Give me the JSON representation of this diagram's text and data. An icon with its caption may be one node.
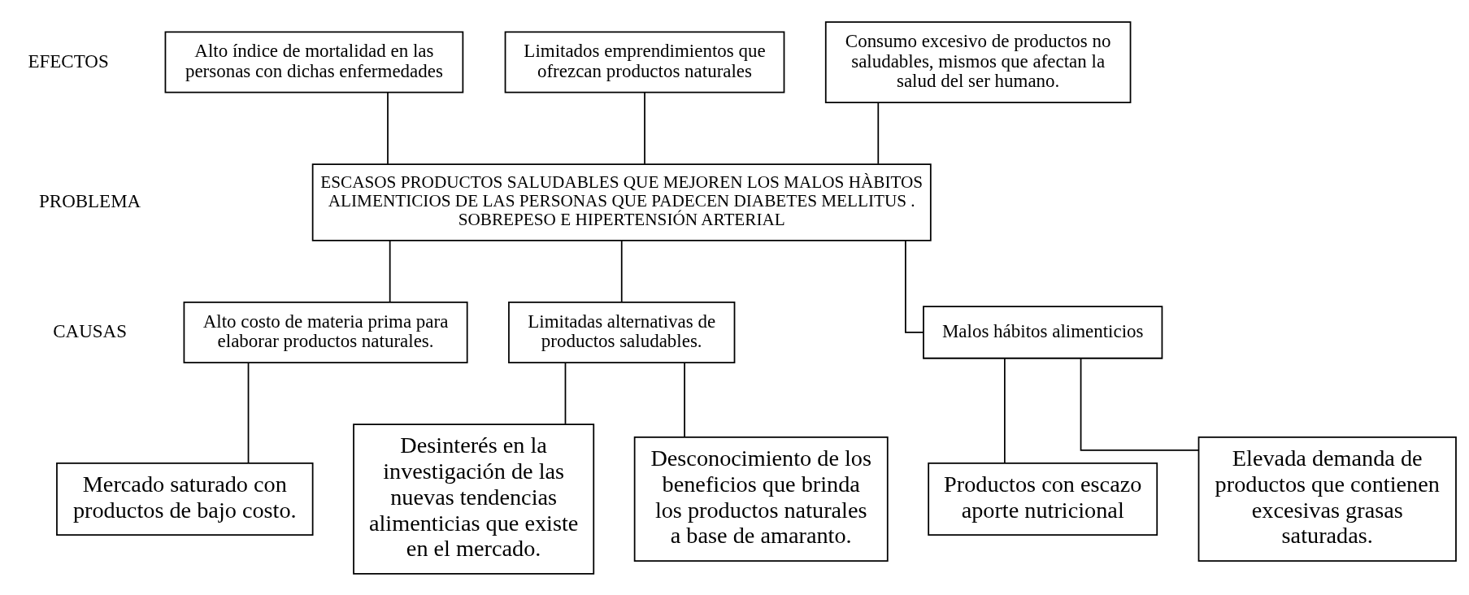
{
  "diagram": {
    "nodes": [
      {
        "text": [
          "Consumo excesivo de productos no saludables, mismos que afectan la salud del ser humano."
        ]
      },
      {
        "text": [
          "Alto índice de mortalidad en las personas con dichas enfermedades"
        ]
      },
      {
        "text": [
          "Limitados emprendimientos que ofrezcan productos naturales"
        ]
      },
      {
        "text": [
          "ESCASOS PRODUCTOS SALUDABLES QUE MEJOREN LOS MALOS HÀBITOS ALIMENTICIOS DE LAS PERSONAS QUE PADECEN DIABETES MELLITUS . SOBREPESO E HIPERTENSIÓN ARTERIAL"
        ]
      },
      {
        "text": [
          "Limitadas alternativas de productos saludables."
        ]
      },
      {
        "text": [
          "Malos hábitos alimenticios"
        ]
      },
      {
        "text": [
          "Alto costo de materia prima para elaborar productos naturales."
        ]
      },
      {
        "text": [
          "Desconocimiento de los beneficios que brinda los productos naturales a base de amaranto."
        ]
      },
      {
        "text": [
          "Desinterés en la investigación de las nuevas tendencias alimenticias que existe en el mercado."
        ]
      },
      {
        "text": [
          "Elevada demanda de productos que contienen excesivas grasas saturadas."
        ]
      },
      {
        "text": [
          "Productos con escazo aporte nutricional"
        ]
      },
      {
        "text": [
          "Mercado saturado con productos de bajo costo."
        ]
      }
    ],
    "edges": [
      {
        "from": 0,
        "to": 3,
        "arrow": "none"
      },
      {
        "from": 1,
        "to": 3,
        "arrow": "none"
      },
      {
        "from": 2,
        "to": 3,
        "arrow": "none"
      },
      {
        "from": 3,
        "to": 4,
        "arrow": "none"
      },
      {
        "from": 3,
        "to": 5,
        "arrow": "none"
      },
      {
        "from": 3,
        "to": 6,
        "arrow": "none"
      },
      {
        "from": 4,
        "to": 7,
        "arrow": "none"
      },
      {
        "from": 4,
        "to": 8,
        "arrow": "none"
      },
      {
        "from": 5,
        "to": 9,
        "arrow": "none"
      },
      {
        "from": 5,
        "to": 10,
        "arrow": "none"
      },
      {
        "from": 6,
        "to": 11,
        "arrow": "none"
      }
    ],
    "labels": [
      "EFECTOS",
      "PROBLEMA",
      "CAUSAS"
    ]
  }
}
